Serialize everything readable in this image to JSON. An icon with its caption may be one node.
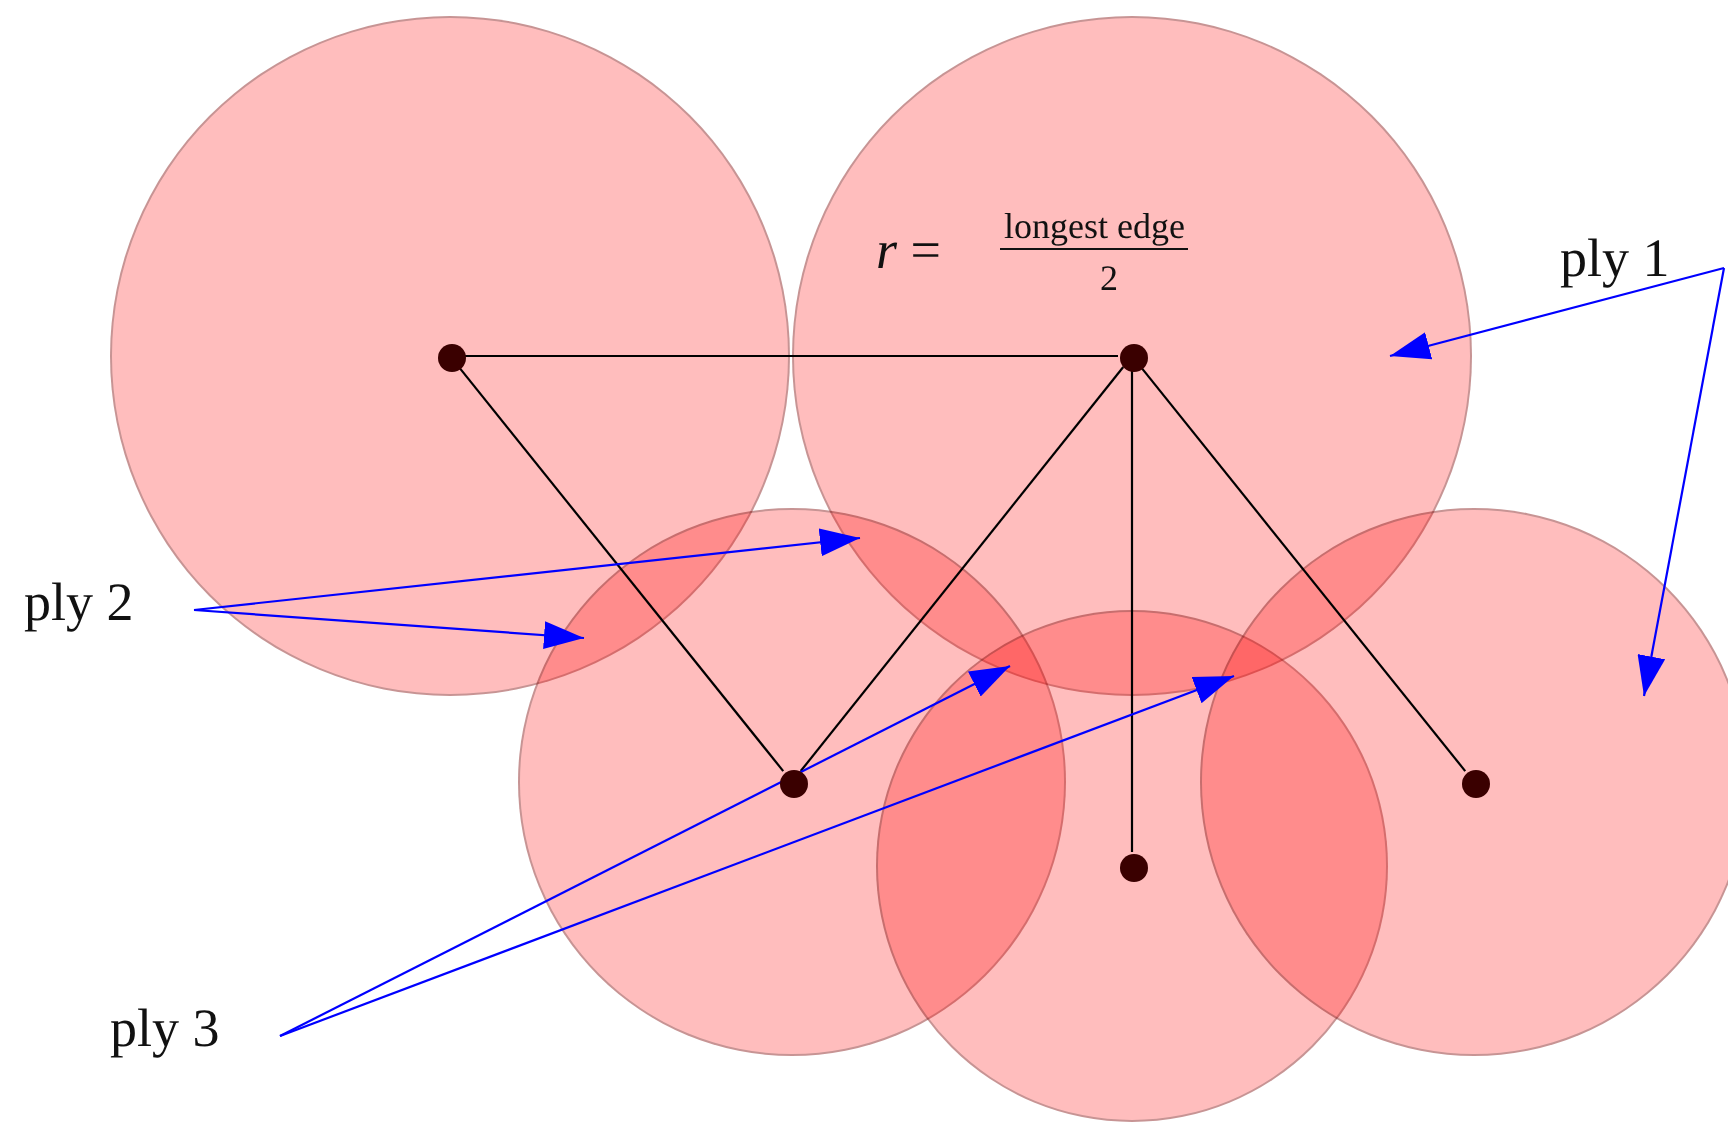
{
  "diagram": {
    "nodes": [
      {
        "text": [],
        "shape": "circle"
      },
      {
        "text": [],
        "shape": "circle",
        "in": 0
      },
      {
        "text": [],
        "shape": "circle"
      },
      {
        "text": [],
        "shape": "circle",
        "in": 2
      },
      {
        "text": [
          "ply 1"
        ]
      },
      {
        "text": [
          "ply 2"
        ]
      },
      {
        "text": [],
        "shape": "circle"
      },
      {
        "text": [],
        "shape": "circle",
        "in": 6
      },
      {
        "text": [],
        "shape": "circle"
      },
      {
        "text": [],
        "shape": "circle",
        "in": 8
      },
      {
        "text": [],
        "shape": "circle"
      },
      {
        "text": [],
        "shape": "circle",
        "in": 10
      },
      {
        "text": [
          "ply 3"
        ]
      }
    ],
    "edges": [
      {
        "from": 1,
        "to": 3,
        "arrow": "none",
        "color": "#000000"
      },
      {
        "from": 1,
        "to": 7,
        "arrow": "none",
        "color": "#000000"
      },
      {
        "from": 3,
        "to": 7,
        "arrow": "none",
        "color": "#000000"
      },
      {
        "from": 3,
        "to": 9,
        "arrow": "none",
        "color": "#000000"
      },
      {
        "from": 3,
        "to": 11,
        "arrow": "none",
        "color": "#000000"
      },
      {
        "from": 4,
        "to": 2,
        "arrow": "to",
        "color": "#0000ff"
      },
      {
        "from": 4,
        "to": 10,
        "arrow": "to",
        "color": "#0000ff"
      },
      {
        "from": 5,
        "to": 6,
        "arrow": "to",
        "color": "#0000ff"
      },
      {
        "from": 5,
        "to": 6,
        "arrow": "to",
        "color": "#0000ff"
      },
      {
        "from": 12,
        "to": 2,
        "arrow": "to",
        "color": "#0000ff"
      },
      {
        "from": 12,
        "to": 2,
        "arrow": "to",
        "color": "#0000ff"
      }
    ],
    "labels": [
      "*r* =",
      "longest edge",
      "2"
    ]
  }
}
